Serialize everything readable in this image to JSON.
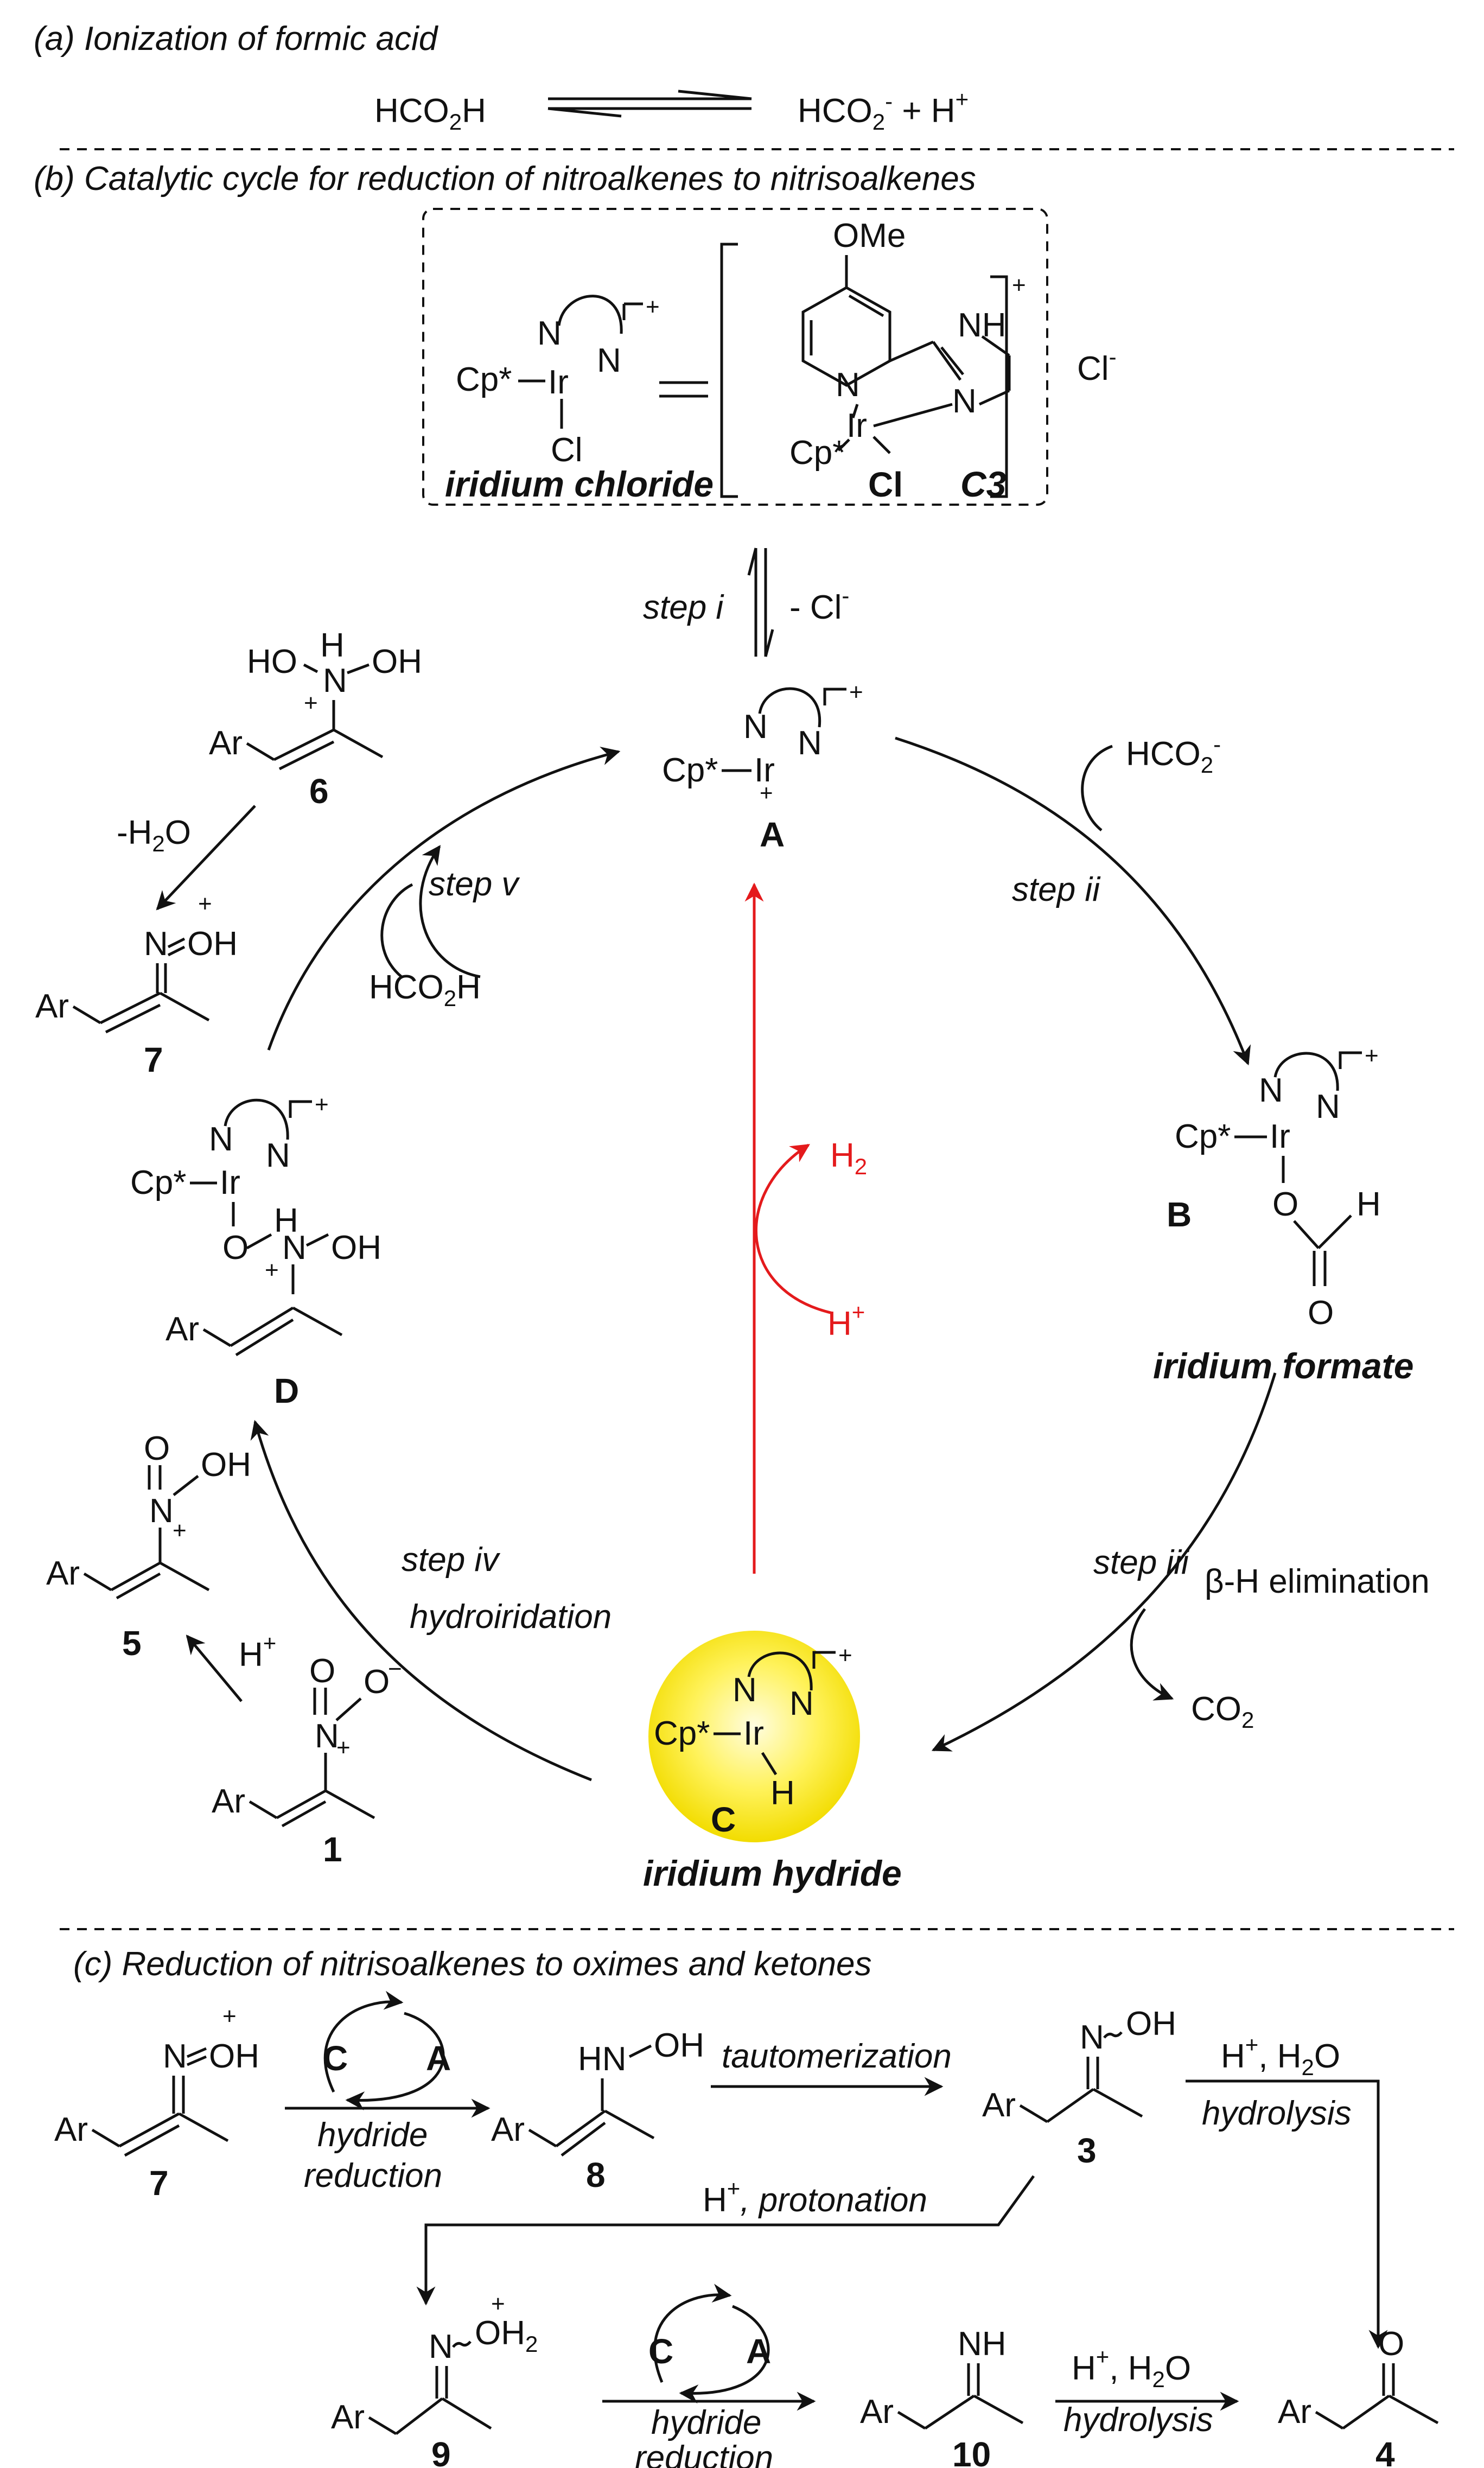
{
  "sections": {
    "a": "(a) Ionization of formic acid",
    "b": "(b) Catalytic cycle for reduction of nitroalkenes to nitrisoalkenes",
    "c": "(c) Reduction of nitrisoalkenes to oximes and ketones"
  },
  "panel_a": {
    "left": "HCO2H",
    "right": "HCO2- + H+"
  },
  "catalyst_box": {
    "iridium_chloride_label": "iridium chloride",
    "c3_label": "C3",
    "counter_ion": "Cl-",
    "substituent": "OMe",
    "metal_ligand": "Cp*",
    "metal": "Ir",
    "halide": "Cl",
    "nh": "NH"
  },
  "species": {
    "A": "A",
    "B": "B",
    "C": "C",
    "D": "D",
    "iridium_formate": "iridium formate",
    "iridium_hydride": "iridium hydride"
  },
  "steps": {
    "i": "step i",
    "ii": "step ii",
    "iii": "step iii",
    "iv": "step iv",
    "v": "step v",
    "minus_cl": "- Cl-",
    "formate_in": "HCO2-",
    "beta_h": "β-H elimination",
    "co2_out": "CO2",
    "hydroiridation": "hydroiridation",
    "hco2h": "HCO2H",
    "minus_h2o": "-H2O",
    "h_plus": "H+",
    "h2": "H2"
  },
  "compounds": {
    "c1": "1",
    "c3": "3",
    "c4": "4",
    "c5": "5",
    "c6": "6",
    "c7": "7",
    "c8": "8",
    "c9": "9",
    "c10": "10",
    "ar": "Ar"
  },
  "panel_c": {
    "hydride_reduction_1": "hydride",
    "hydride_reduction_2": "reduction",
    "tautomerization": "tautomerization",
    "hydrolysis": "hydrolysis",
    "h_h2o": "H+, H2O",
    "protonation": "H+, protonation",
    "cycle_c": "C",
    "cycle_a": "A"
  },
  "colors": {
    "hydride_highlight": "#f5e600",
    "red_path": "#e41a1c",
    "ink": "#111111"
  }
}
